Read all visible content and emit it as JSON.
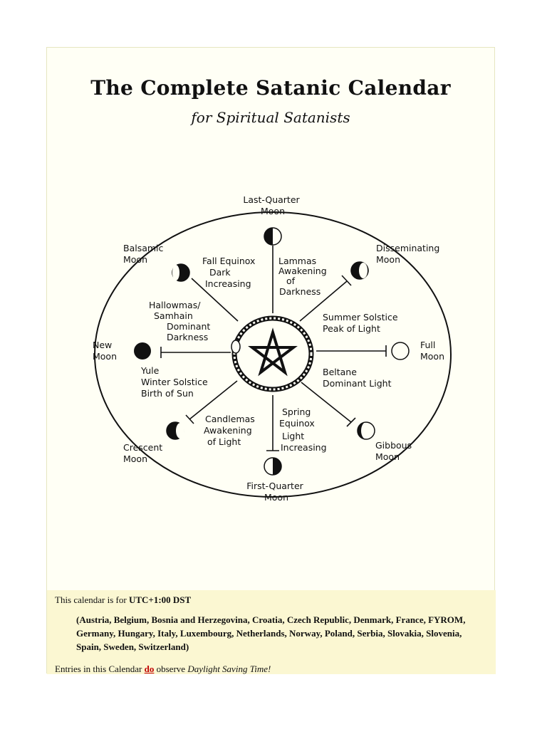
{
  "header": {
    "title": "The Complete Satanic Calendar",
    "subtitle": "for Spiritual Satanists"
  },
  "diagram": {
    "moons": {
      "last_quarter": [
        "Last-Quarter",
        "Moon"
      ],
      "disseminating": [
        "Disseminating",
        "Moon"
      ],
      "full": [
        "Full",
        "Moon"
      ],
      "gibbous": [
        "Gibbous",
        "Moon"
      ],
      "first_quarter": [
        "First-Quarter",
        "Moon"
      ],
      "crescent": [
        "Crescent",
        "Moon"
      ],
      "new": [
        "New",
        "Moon"
      ],
      "balsamic": [
        "Balsamic",
        "Moon"
      ]
    },
    "festivals": {
      "fall_equinox": [
        "Fall Equinox",
        "Dark",
        "Increasing"
      ],
      "lammas": [
        "Lammas",
        "Awakening",
        "of",
        "Darkness"
      ],
      "summer_solstice": [
        "Summer Solstice",
        "Peak of Light"
      ],
      "beltane": [
        "Beltane",
        "Dominant Light"
      ],
      "spring_equinox": [
        "Spring",
        "Equinox",
        "Light",
        "Increasing"
      ],
      "candlemas": [
        "Candlemas",
        "Awakening",
        "of Light"
      ],
      "yule": [
        "Yule",
        "Winter Solstice",
        "Birth of Sun"
      ],
      "hallowmas": [
        "Hallowmas/",
        "Samhain",
        "Dominant",
        "Darkness"
      ]
    }
  },
  "footer": {
    "line1_prefix": "This calendar is for ",
    "timezone": "UTC+1:00 DST",
    "countries": "(Austria, Belgium, Bosnia and Herzegovina, Croatia, Czech Republic, Denmark, France, FYROM, Germany, Hungary, Italy, Luxembourg, Netherlands, Norway, Poland, Serbia, Slovakia, Slovenia, Spain, Sweden, Switzerland)",
    "line3_prefix": "Entries in this Calendar ",
    "do_link": "do",
    "line3_middle": " observe ",
    "dst": "Daylight Saving Time!"
  }
}
